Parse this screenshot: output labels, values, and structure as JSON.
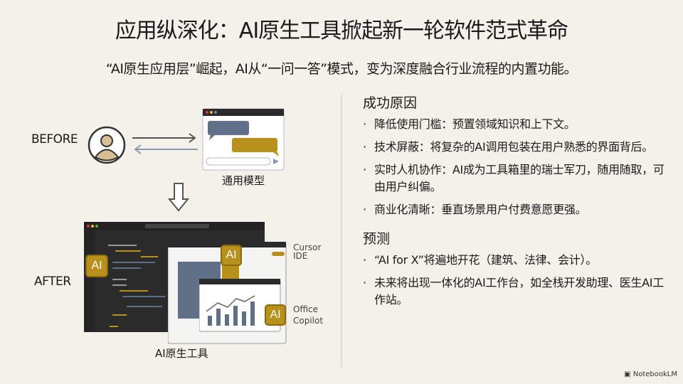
{
  "header": {
    "title": "应用纵深化：AI原生工具掀起新一轮软件范式革命",
    "subtitle": "“AI原生应用层”崛起，AI从“一问一答”模式，变为深度融合行业流程的内置功能。"
  },
  "diagram": {
    "before_label": "BEFORE",
    "after_label": "AFTER",
    "general_model_caption": "通用模型",
    "ai_native_caption": "AI原生工具",
    "ai_badge": "AI",
    "cursor_label_line1": "Cursor",
    "cursor_label_line2": "IDE",
    "office_label_line1": "Office",
    "office_label_line2": "Copilot",
    "colors": {
      "gold": "#b8901c",
      "slate": "#5f7088",
      "dark": "#2a2a2a"
    }
  },
  "right": {
    "reasons_heading": "成功原因",
    "reasons": [
      "降低使用门槛：预置领域知识和上下文。",
      "技术屏蔽：将复杂的AI调用包装在用户熟悉的界面背后。",
      "实时人机协作：AI成为工具箱里的瑞士军刀，随用随取，可由用户纠偏。",
      "商业化清晰：垂直场景用户付费意愿更强。"
    ],
    "forecast_heading": "预测",
    "forecasts": [
      "“AI for X”将遍地开花（建筑、法律、会计）。",
      "未来将出现一体化的AI工作台，如全栈开发助理、医生AI工作站。"
    ],
    "bullet": "·"
  },
  "footer": {
    "brand": "NotebookLM"
  }
}
